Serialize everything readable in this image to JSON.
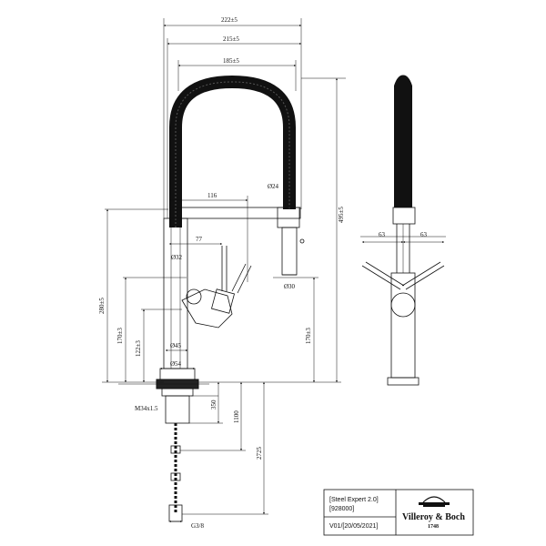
{
  "dimensions": {
    "width_222": "222±5",
    "width_215": "215±5",
    "width_185": "185±5",
    "dia_24": "Ø24",
    "dim_116": "116",
    "height_495": "495±5",
    "dim_77": "77",
    "dia_32": "Ø32",
    "dia_30": "Ø30",
    "height_280": "280±5",
    "height_170_left": "170±3",
    "height_170_right": "170±3",
    "height_122": "122±3",
    "dia_45": "Ø45",
    "dia_54": "Ø54",
    "thread": "M34x1.5",
    "len_350": "350",
    "len_1100": "1100",
    "len_2725": "2725",
    "hose_thread": "G3/8",
    "side_63_left": "63",
    "side_63_right": "63"
  },
  "title_block": {
    "product": "[Steel Expert 2.0]",
    "code": "[928000]",
    "version": "V01/[20/05/2021]",
    "brand": "Villeroy & Boch",
    "year": "1748"
  }
}
